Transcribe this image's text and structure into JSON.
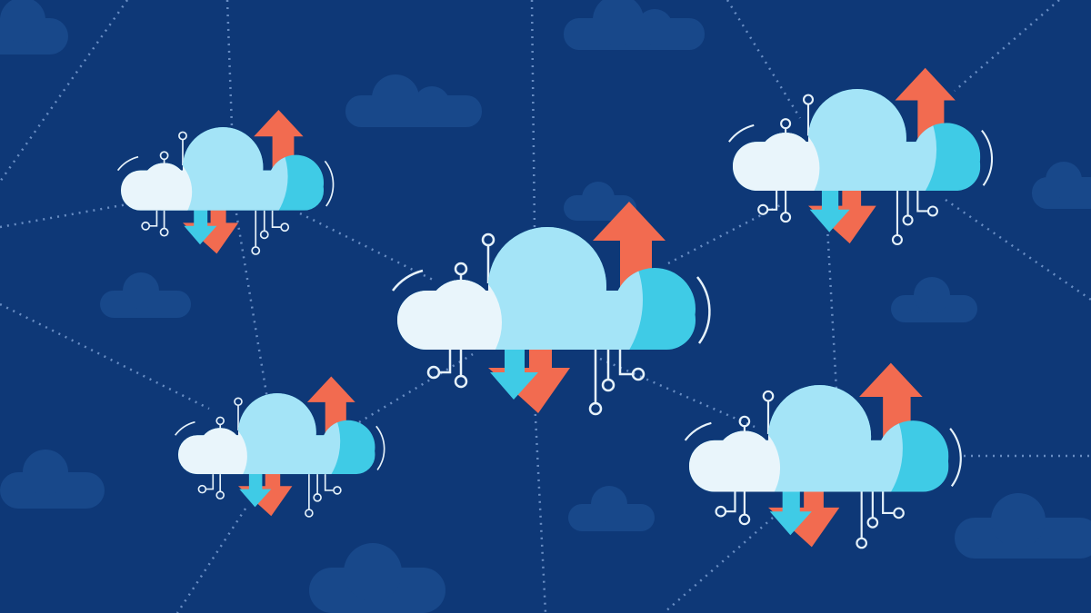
{
  "colors": {
    "background": "#0e3877",
    "background_cloud": "#18488a",
    "network_line": "#7fa3d6",
    "cloud_white": "#e9f5fb",
    "cloud_light": "#a4e4f7",
    "cloud_cyan": "#3fcbe6",
    "arrow_red": "#f26b50",
    "arrow_cyan": "#3fcbe6",
    "circuit": "#e6f2fa"
  },
  "scene": {
    "clouds": [
      {
        "id": "center"
      },
      {
        "id": "top-left"
      },
      {
        "id": "top-right"
      },
      {
        "id": "bottom-left"
      },
      {
        "id": "bottom-right"
      }
    ],
    "icons": [
      "cloud-icon",
      "upload-arrow-icon",
      "download-arrow-icon",
      "circuit-node-icon"
    ]
  }
}
